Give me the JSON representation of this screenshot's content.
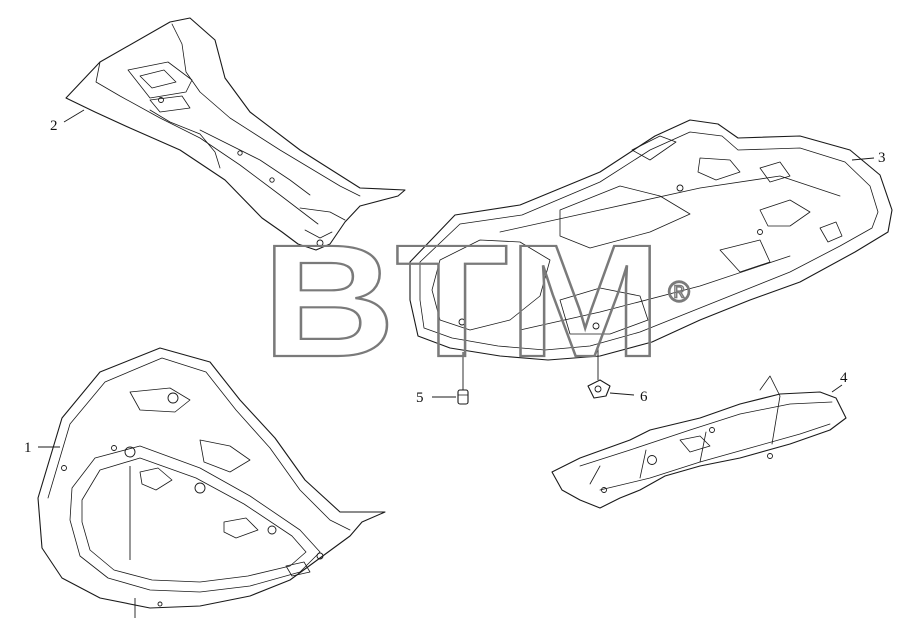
{
  "watermark": {
    "text": "BTM",
    "symbol": "®",
    "color": "#7a7a7a"
  },
  "callouts": [
    {
      "id": "1",
      "label": "1"
    },
    {
      "id": "2",
      "label": "2"
    },
    {
      "id": "3",
      "label": "3"
    },
    {
      "id": "4",
      "label": "4"
    },
    {
      "id": "5",
      "label": "5"
    },
    {
      "id": "6",
      "label": "6"
    }
  ],
  "colors": {
    "line": "#1a1a1a",
    "background": "#ffffff"
  }
}
